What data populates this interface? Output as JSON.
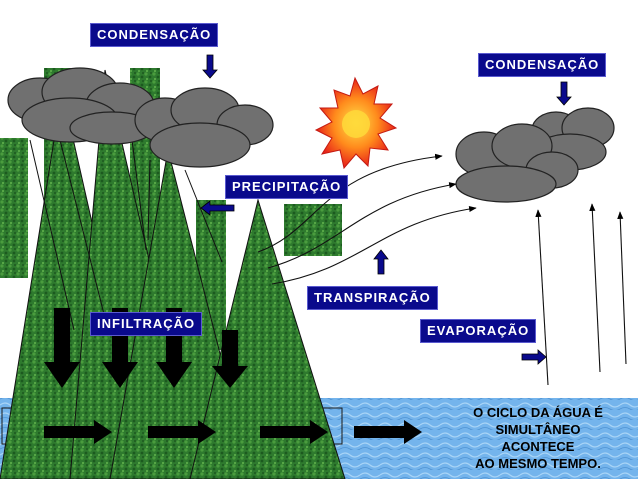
{
  "labels": {
    "condensacao_left": "CONDENSAÇÃO",
    "condensacao_right": "CONDENSAÇÃO",
    "precipitacao": "PRECIPITAÇÃO",
    "transpiracao": "TRANSPIRAÇÃO",
    "infiltracao": "INFILTRAÇÃO",
    "evaporacao": "EVAPORAÇÃO"
  },
  "note": {
    "line1": "O CICLO DA ÁGUA É",
    "line2": "SIMULTÂNEO",
    "line3": "ACONTECE",
    "line4": "AO MESMO TEMPO."
  },
  "colors": {
    "label_bg": "#0a0a8c",
    "forest": "#2f7a2f",
    "water": "#6fb0e8",
    "cloud": "#707070",
    "arrow_blue": "#0a0a8c"
  },
  "icons": [
    "sun-icon",
    "cloud-icon",
    "arrow-icon"
  ]
}
